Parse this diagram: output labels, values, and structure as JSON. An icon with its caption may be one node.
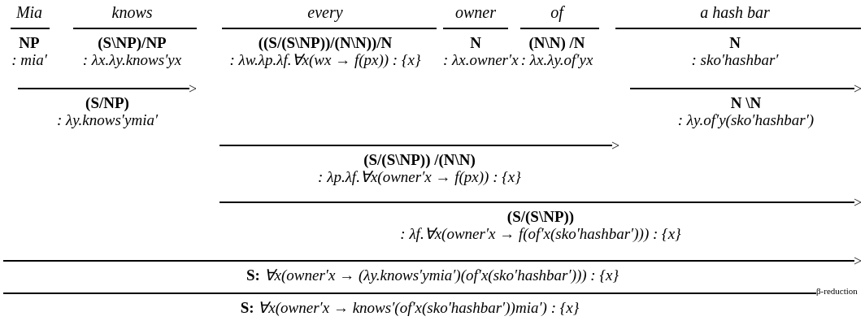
{
  "diagram": {
    "nodes": [
      {
        "text": [
          "Mia",
          "NP",
          ": mia′"
        ]
      },
      {
        "text": [
          "knows",
          "(S\\NP)/NP",
          ": λx.λy.knows′yx"
        ]
      },
      {
        "text": [
          "every",
          "((S/(S\\NP))/(N\\N))/N",
          ": λw.λp.λf.∀x(wx → f(px)) : {x}"
        ]
      },
      {
        "text": [
          "owner",
          "N",
          ": λx.owner′x"
        ]
      },
      {
        "text": [
          "of",
          "(N\\N) /N",
          ": λx.λy.of′yx"
        ]
      },
      {
        "text": [
          "a hash bar",
          "N",
          ": sko′hashbar′"
        ]
      },
      {
        "text": [
          "(S/NP)",
          ": λy.knows′ymia′"
        ]
      },
      {
        "text": [
          "N \\N",
          ": λy.of′y(sko′hashbar′)"
        ]
      },
      {
        "text": [
          "(S/(S\\NP)) /(N\\N)",
          ": λp.λf.∀x(owner′x → f(px)) : {x}"
        ]
      },
      {
        "text": [
          "(S/(S\\NP))",
          ": λf.∀x(owner′x → f(of′x(sko′hashbar′))) : {x}"
        ]
      },
      {
        "text": [
          "**S:** ∀x(owner′x → (λy.knows′ymia′)(of′x(sko′hashbar′))) : {x}"
        ]
      },
      {
        "text": [
          "**S:** ∀x(owner′x → knows′(of′x(sko′hashbar′))mia′) : {x}"
        ]
      }
    ],
    "labels": [
      "β-reduction"
    ]
  }
}
